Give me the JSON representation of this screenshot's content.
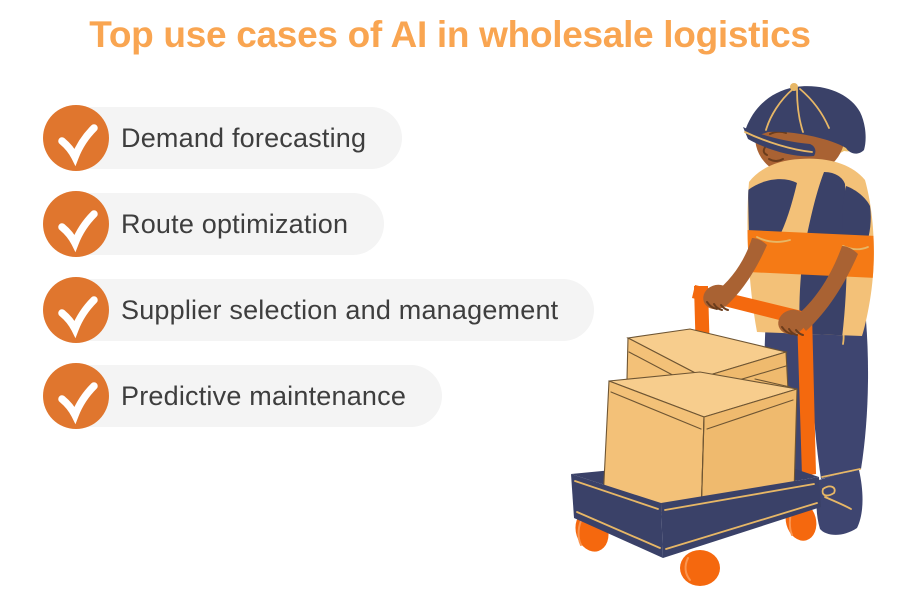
{
  "title": "Top use cases of AI in wholesale logistics",
  "list": {
    "items": [
      {
        "label": "Demand forecasting",
        "icon": "check-icon"
      },
      {
        "label": "Route optimization",
        "icon": "check-icon"
      },
      {
        "label": "Supplier selection and management",
        "icon": "check-icon"
      },
      {
        "label": "Predictive maintenance",
        "icon": "check-icon"
      }
    ]
  },
  "illustration": {
    "name": "warehouse-worker-pushing-cart-with-boxes",
    "alt": "Worker wearing a cap and orange safety vest pushing a hand cart loaded with two cardboard boxes"
  },
  "colors": {
    "title_orange": "#f9a551",
    "check_circle_orange": "#e0762e",
    "pill_background": "#f4f4f4",
    "item_text": "#3e3e3e",
    "navy": "#3a4168",
    "pants_navy": "#3e4570",
    "skin_brown": "#a96233",
    "tan": "#f3c178",
    "bright_orange": "#f5680e",
    "background": "#ffffff"
  }
}
